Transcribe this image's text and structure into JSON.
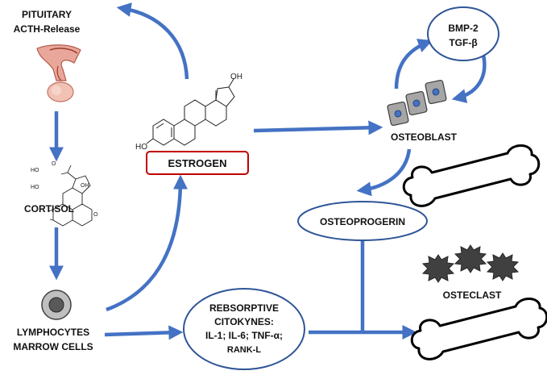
{
  "labels": {
    "pituitary": "PITUITARY",
    "acth_release": "ACTH-Release",
    "cortisol": "CORTISOL",
    "lymphocytes": "LYMPHOCYTES",
    "marrow_cells": "MARROW CELLS",
    "estrogen": "ESTROGEN",
    "estrogen_ho": "HO",
    "estrogen_oh": "OH",
    "bmp2": "BMP-2",
    "tgf_beta": "TGF-β",
    "osteoblast": "OSTEOBLAST",
    "osteoprogerin": "OSTEOPROGERIN",
    "osteclast": "OSTECLAST",
    "rebsorptive_line1": "REBSORPTIVE",
    "rebsorptive_line2": "CITOKYNES:",
    "rebsorptive_line3": "IL-1; IL-6; TNF-α;",
    "rebsorptive_line4": "RANK-L",
    "cortisol_ho_top": "HO",
    "cortisol_o_top": "O",
    "cortisol_oh": "OH",
    "cortisol_ho_side": "HO",
    "cortisol_o_bottom": "O"
  },
  "colors": {
    "arrow": "#4472C4",
    "ellipse_stroke": "#2F5597",
    "estrogen_box": "#C00000",
    "cell_fill": "#A6A6A6",
    "nucleus": "#4472C4",
    "osteoclast": "#404040",
    "bone_stroke": "#000000"
  }
}
